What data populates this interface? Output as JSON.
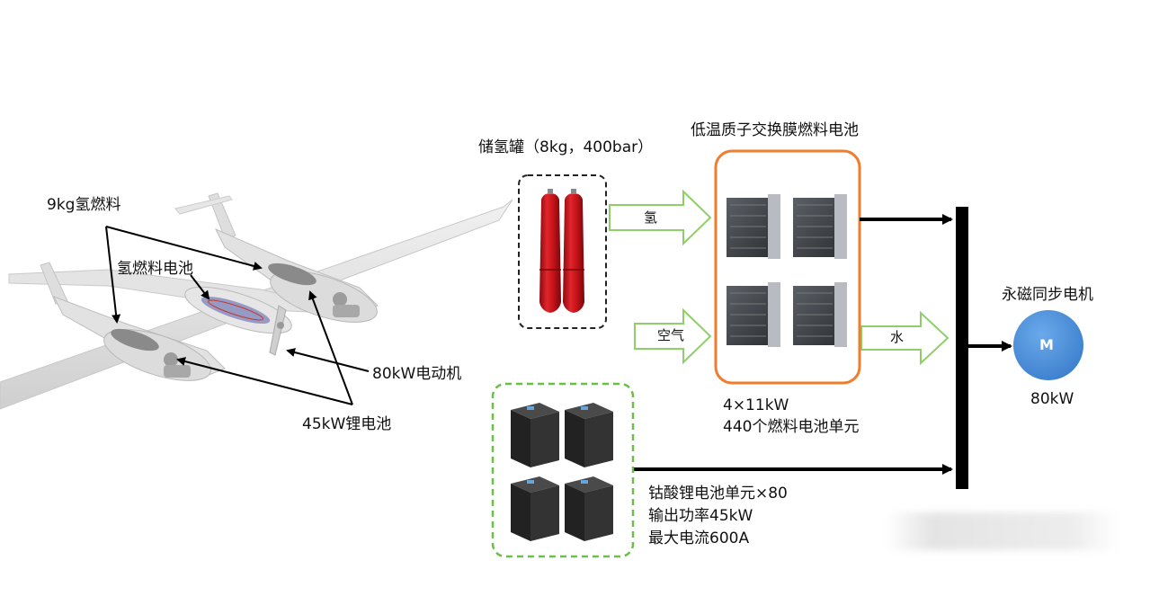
{
  "aircraft": {
    "label_fuel": "9kg氢燃料",
    "label_fuelcell": "氢燃料电池",
    "label_motor": "80kW电动机",
    "label_battery": "45kW锂电池"
  },
  "tank": {
    "title": "储氢罐（8kg，400bar）"
  },
  "fuel_cell": {
    "title": "低温质子交换膜燃料电池",
    "spec_line1": "4×11kW",
    "spec_line2": "440个燃料电池单元"
  },
  "flows": {
    "hydrogen": "氢",
    "air": "空气",
    "water": "水"
  },
  "battery": {
    "line1": "钴酸锂电池单元×80",
    "line2": "输出功率45kW",
    "line3": "最大电流600A"
  },
  "motor": {
    "title": "永磁同步电机",
    "symbol": "M",
    "power": "80kW",
    "color": "#4a8fdc"
  },
  "colors": {
    "fuel_cell_border": "#ef7d2d",
    "battery_border": "#6bbf47",
    "arrow_outline": "#8fcf6a",
    "tank_red": "#c9141b"
  }
}
